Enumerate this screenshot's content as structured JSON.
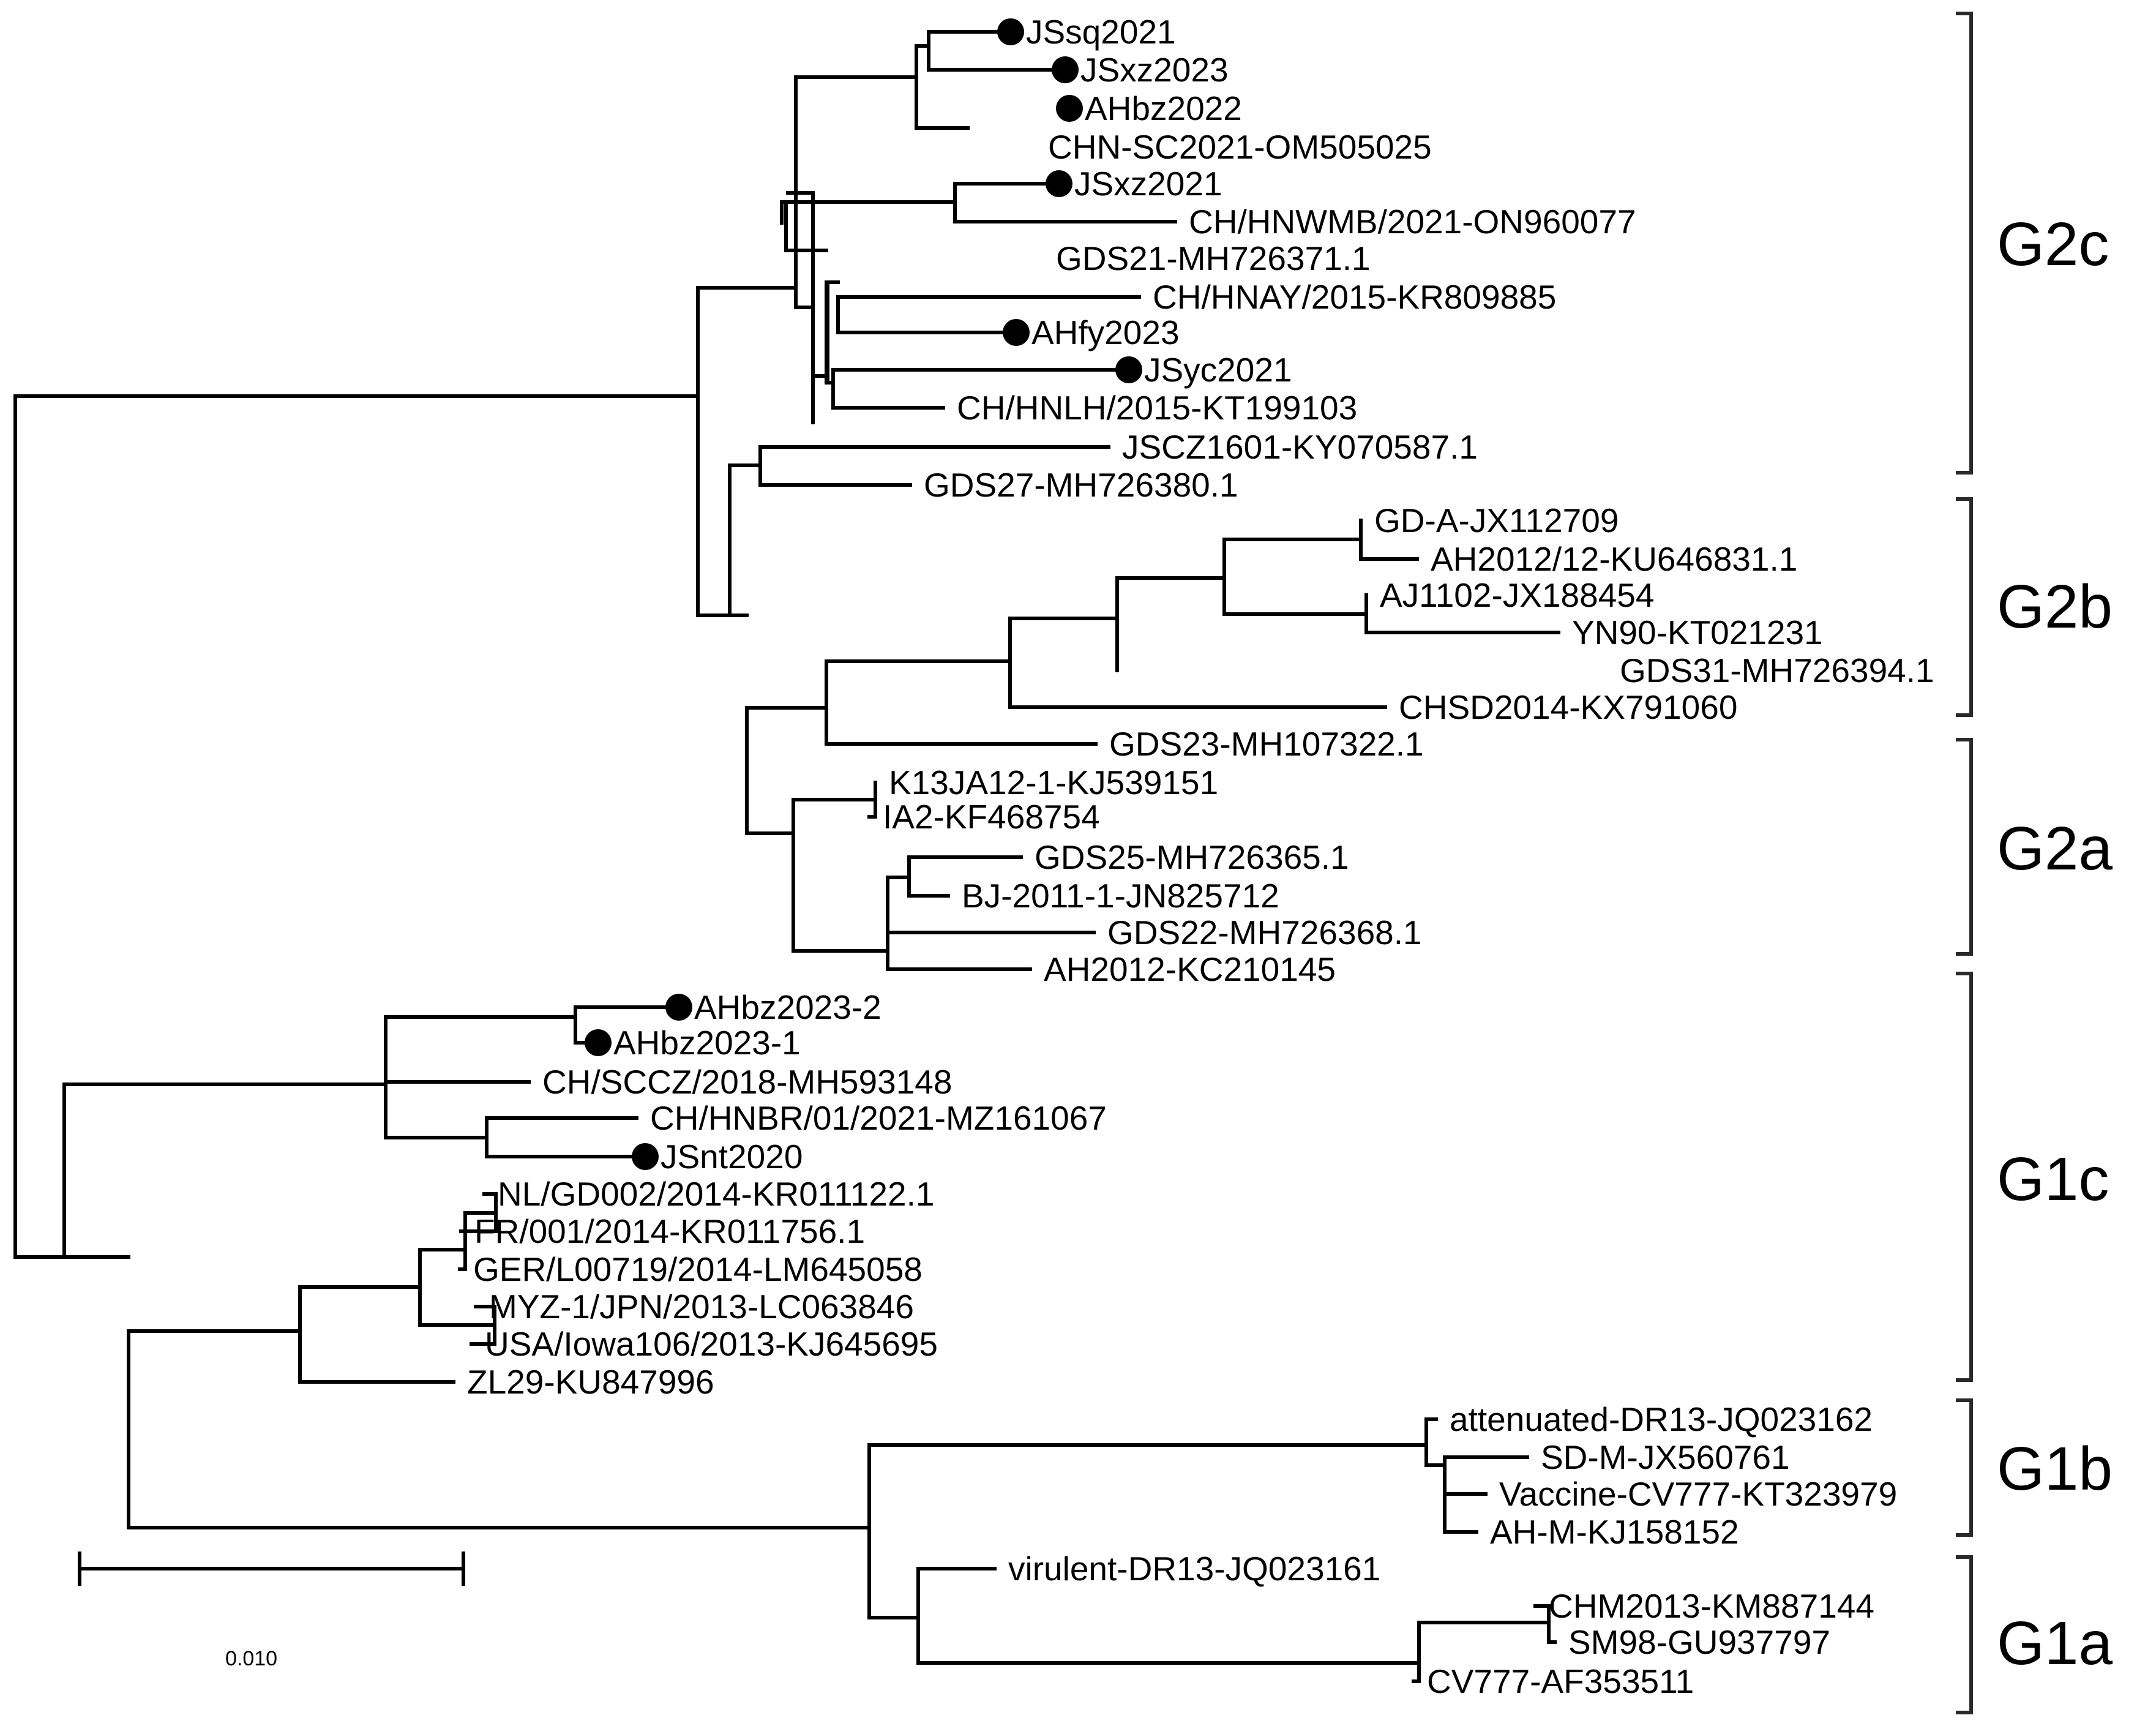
{
  "tree": {
    "taxa": [
      {
        "label": "JSsq2021",
        "marked": true
      },
      {
        "label": "JSxz2023",
        "marked": true
      },
      {
        "label": "AHbz2022",
        "marked": true
      },
      {
        "label": "CHN-SC2021-OM505025",
        "marked": false
      },
      {
        "label": "JSxz2021",
        "marked": true
      },
      {
        "label": "CH/HNWMB/2021-ON960077",
        "marked": false
      },
      {
        "label": "GDS21-MH726371.1",
        "marked": false
      },
      {
        "label": "CH/HNAY/2015-KR809885",
        "marked": false
      },
      {
        "label": "AHfy2023",
        "marked": true
      },
      {
        "label": "JSyc2021",
        "marked": true
      },
      {
        "label": "CH/HNLH/2015-KT199103",
        "marked": false
      },
      {
        "label": "JSCZ1601-KY070587.1",
        "marked": false
      },
      {
        "label": "GDS27-MH726380.1",
        "marked": false
      },
      {
        "label": "GD-A-JX112709",
        "marked": false
      },
      {
        "label": "AH2012/12-KU646831.1",
        "marked": false
      },
      {
        "label": "AJ1102-JX188454",
        "marked": false
      },
      {
        "label": "YN90-KT021231",
        "marked": false
      },
      {
        "label": "GDS31-MH726394.1",
        "marked": false
      },
      {
        "label": "CHSD2014-KX791060",
        "marked": false
      },
      {
        "label": "GDS23-MH107322.1",
        "marked": false
      },
      {
        "label": "K13JA12-1-KJ539151",
        "marked": false
      },
      {
        "label": "IA2-KF468754",
        "marked": false
      },
      {
        "label": "GDS25-MH726365.1",
        "marked": false
      },
      {
        "label": "BJ-2011-1-JN825712",
        "marked": false
      },
      {
        "label": "GDS22-MH726368.1",
        "marked": false
      },
      {
        "label": "AH2012-KC210145",
        "marked": false
      },
      {
        "label": "AHbz2023-2",
        "marked": true
      },
      {
        "label": "AHbz2023-1",
        "marked": true
      },
      {
        "label": "CH/SCCZ/2018-MH593148",
        "marked": false
      },
      {
        "label": "CH/HNBR/01/2021-MZ161067",
        "marked": false
      },
      {
        "label": "JSnt2020",
        "marked": true
      },
      {
        "label": "NL/GD002/2014-KR011122.1",
        "marked": false
      },
      {
        "label": "FR/001/2014-KR011756.1",
        "marked": false
      },
      {
        "label": "GER/L00719/2014-LM645058",
        "marked": false
      },
      {
        "label": "MYZ-1/JPN/2013-LC063846",
        "marked": false
      },
      {
        "label": "USA/Iowa106/2013-KJ645695",
        "marked": false
      },
      {
        "label": "ZL29-KU847996",
        "marked": false
      },
      {
        "label": "attenuated-DR13-JQ023162",
        "marked": false
      },
      {
        "label": "SD-M-JX560761",
        "marked": false
      },
      {
        "label": "Vaccine-CV777-KT323979",
        "marked": false
      },
      {
        "label": "AH-M-KJ158152",
        "marked": false
      },
      {
        "label": "virulent-DR13-JQ023161",
        "marked": false
      },
      {
        "label": "CHM2013-KM887144",
        "marked": false
      },
      {
        "label": "SM98-GU937797",
        "marked": false
      },
      {
        "label": "CV777-AF353511",
        "marked": false
      }
    ],
    "groups": [
      {
        "label": "G2c"
      },
      {
        "label": "G2b"
      },
      {
        "label": "G2a"
      },
      {
        "label": "G1c"
      },
      {
        "label": "G1b"
      },
      {
        "label": "G1a"
      }
    ],
    "scale_bar": {
      "label": "0.010",
      "value": 0.01
    }
  },
  "colors": {
    "line": "#000000",
    "marker": "#000000",
    "bracket": "#2a2a2a"
  }
}
